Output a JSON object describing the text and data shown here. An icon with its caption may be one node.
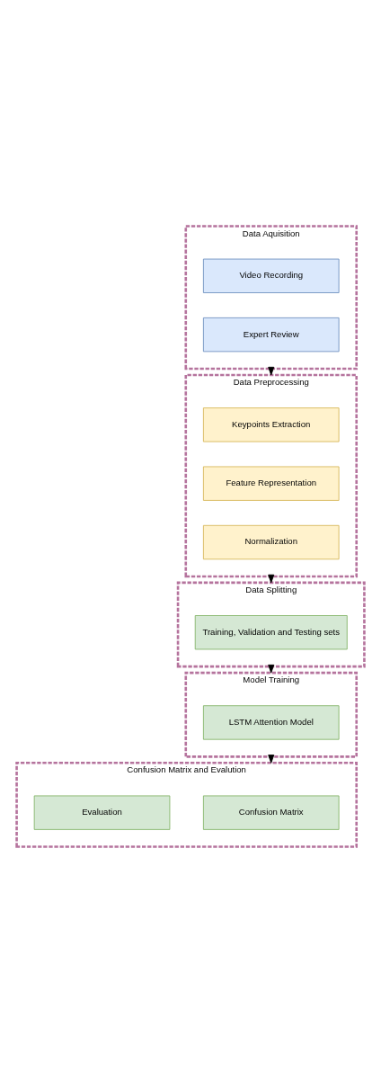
{
  "diagram": {
    "nodes": [
      {
        "text": [
          "Data Aquisition"
        ]
      },
      {
        "text": [
          "Video Recording"
        ],
        "in": 0
      },
      {
        "text": [
          "Expert Review"
        ],
        "in": 0
      },
      {
        "text": [
          "Data Preprocessing"
        ]
      },
      {
        "text": [
          "Keypoints Extraction"
        ],
        "in": 3
      },
      {
        "text": [
          "Feature Representation"
        ],
        "in": 3
      },
      {
        "text": [
          "Normalization"
        ],
        "in": 3
      },
      {
        "text": [
          "Data Splitting"
        ]
      },
      {
        "text": [
          "Training, Validation and Testing sets"
        ],
        "in": 7
      },
      {
        "text": [
          "Model Training"
        ]
      },
      {
        "text": [
          "LSTM Attention Model"
        ],
        "in": 9
      },
      {
        "text": [
          "Confusion Matrix and Evalution"
        ]
      },
      {
        "text": [
          "Confusion Matrix"
        ],
        "in": 11
      },
      {
        "text": [
          "Evaluation"
        ],
        "in": 11
      }
    ],
    "edges": [
      {
        "from": 0,
        "to": 3,
        "arrow": "to"
      },
      {
        "from": 3,
        "to": 7,
        "arrow": "to"
      },
      {
        "from": 7,
        "to": 9,
        "arrow": "to"
      },
      {
        "from": 9,
        "to": 11,
        "arrow": "to"
      }
    ]
  }
}
